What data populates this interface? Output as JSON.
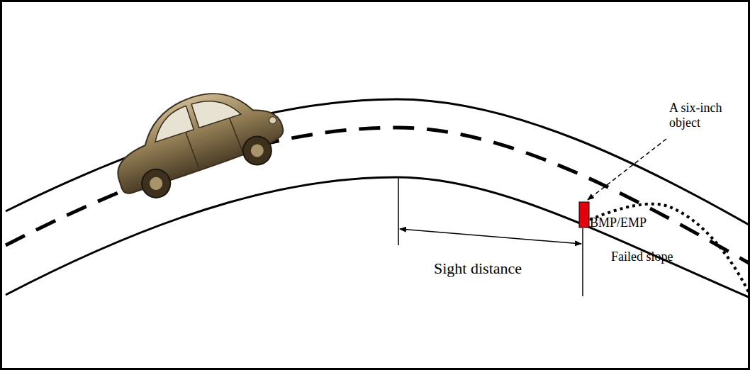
{
  "diagram": {
    "labels": [
      "A six-inch object",
      "BMP/EMP",
      "Failed slope",
      "Sight distance"
    ]
  }
}
